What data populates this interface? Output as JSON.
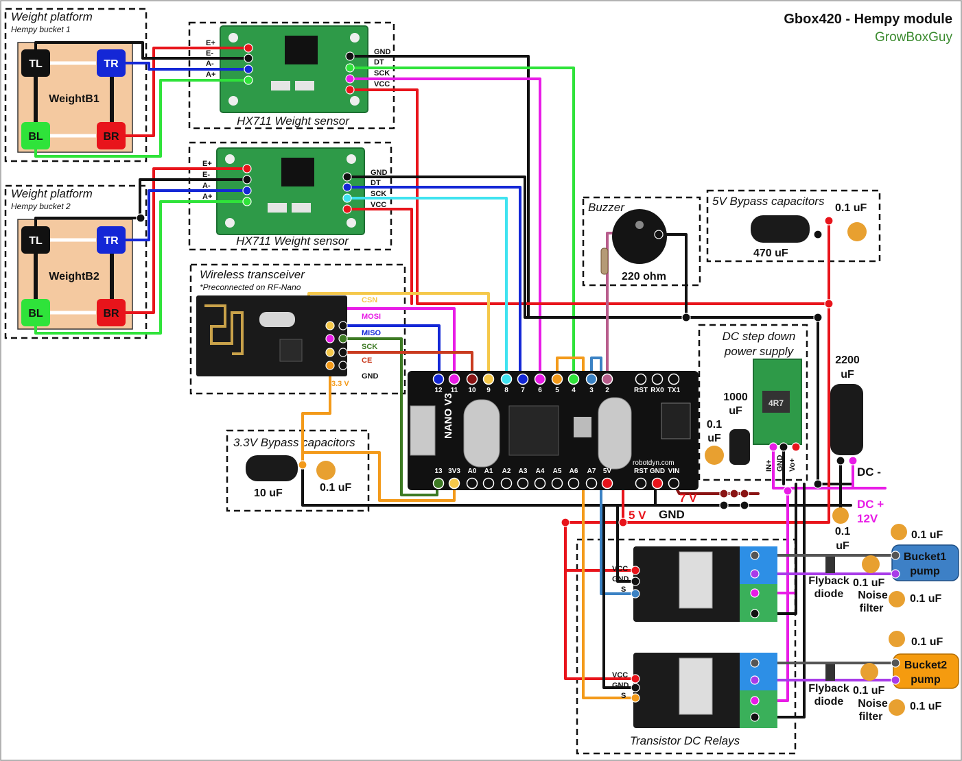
{
  "header": {
    "title": "Gbox420 - Hempy module",
    "author": "GrowBoxGuy"
  },
  "platform1": {
    "title": "Weight platform",
    "subtitle": "Hempy bucket 1",
    "name": "WeightB1"
  },
  "platform2": {
    "title": "Weight platform",
    "subtitle": "Hempy bucket 2",
    "name": "WeightB2"
  },
  "load_cell_labels": {
    "tl": "TL",
    "tr": "TR",
    "bl": "BL",
    "br": "BR"
  },
  "hx711": {
    "caption": "HX711 Weight sensor",
    "left_pins": [
      "E+",
      "E-",
      "A-",
      "A+"
    ],
    "right_pins": [
      "GND",
      "DT",
      "SCK",
      "VCC"
    ]
  },
  "wireless": {
    "title": "Wireless transceiver",
    "note": "*Preconnected on RF-Nano",
    "pins": [
      "CSN",
      "MOSI",
      "MISO",
      "SCK",
      "CE",
      "GND"
    ],
    "voltage": "3.3 V"
  },
  "bypass33": {
    "title": "3.3V Bypass capacitors",
    "cap1": "10 uF",
    "cap2": "0.1 uF"
  },
  "buzzer": {
    "title": "Buzzer",
    "resistor": "220 ohm"
  },
  "bypass5": {
    "title": "5V Bypass capacitors",
    "cap1": "470 uF",
    "cap2": "0.1 uF"
  },
  "stepdown": {
    "title_line1": "DC step down",
    "title_line2": "power supply",
    "cap_big_1": "2200",
    "cap_big_2": "uF",
    "cap_mid_1": "1000",
    "cap_mid_2": "uF",
    "cap_small_1": "0.1",
    "cap_small_2": "uF",
    "pins": [
      "IN+",
      "GND",
      "Vo+"
    ]
  },
  "nano": {
    "top_pins": [
      "12",
      "11",
      "10",
      "9",
      "8",
      "7",
      "6",
      "5",
      "4",
      "3",
      "2",
      "RST",
      "RX0",
      "TX1"
    ],
    "bottom_pins": [
      "13",
      "3V3",
      "A0",
      "A1",
      "A2",
      "A3",
      "A4",
      "A5",
      "A6",
      "A7",
      "5V",
      "RST",
      "GND",
      "VIN"
    ],
    "board_label": "NANO V3",
    "brand": "robotdyn.com"
  },
  "power": {
    "v5": "5 V",
    "v7": "7 V",
    "gnd": "GND",
    "dc_minus": "DC -",
    "dc_plus_1": "DC +",
    "dc_plus_2": "12V",
    "cap_under_1": "0.1",
    "cap_under_2": "uF"
  },
  "relays": {
    "title": "Transistor DC Relays",
    "pins": [
      "VCC",
      "GND",
      "S"
    ],
    "flyback_1": "Flyback",
    "flyback_2": "diode",
    "noise_1": "Noise",
    "noise_2": "filter",
    "cap": "0.1 uF"
  },
  "pumps": {
    "bucket1_line1": "Bucket1",
    "bucket1_line2": "pump",
    "bucket2_line1": "Bucket2",
    "bucket2_line2": "pump"
  },
  "colors": {
    "red": "#e8141b",
    "black": "#111111",
    "blue": "#1427d6",
    "green": "#2fe33a",
    "magenta": "#e81ce6",
    "cyan": "#3fe3f0",
    "yellow": "#f5c84a",
    "orange": "#f39a1a",
    "darkgreen": "#3d7a23",
    "darkred": "#8a1414",
    "steelblue": "#3b82c4",
    "mauve": "#b85d8c",
    "gray": "#555555",
    "purple": "#a83be8",
    "pump1": "#3d80c6",
    "pump2": "#f59b0f",
    "pad": "#f4c9a0"
  }
}
